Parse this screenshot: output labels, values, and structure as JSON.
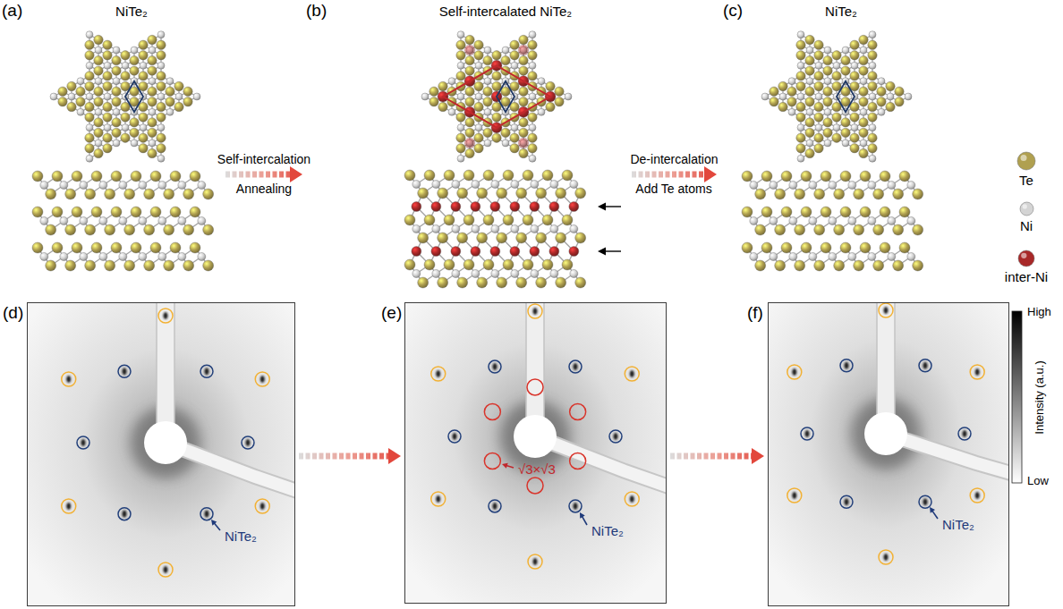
{
  "diagram": {
    "nodes": [
      {
        "text": [
          "(a)",
          "NiTe₂"
        ]
      },
      {
        "text": [
          "(b)",
          "Self-intercalated NiTe₂"
        ]
      },
      {
        "text": [
          "(c)",
          "NiTe₂"
        ]
      },
      {
        "text": [
          "(d)",
          "NiTe₂"
        ]
      },
      {
        "text": [
          "(e)",
          "√3×√3",
          "NiTe₂"
        ]
      },
      {
        "text": [
          "(f)",
          "NiTe₂"
        ]
      }
    ],
    "edges": [
      {
        "from": 0,
        "to": 1,
        "arrow": "to",
        "label": "Self-intercalation"
      },
      {
        "from": 1,
        "to": 2,
        "arrow": "to",
        "label": "De-intercalation"
      },
      {
        "from": 3,
        "to": 4,
        "arrow": "to"
      },
      {
        "from": 4,
        "to": 5,
        "arrow": "to"
      }
    ],
    "labels": [
      "Annealing",
      "Add Te atoms",
      "High",
      "Intensity (a.u.)",
      "Low"
    ],
    "legend": [
      {
        "text": "Te",
        "color": "#b0a050"
      },
      {
        "text": "Ni",
        "color": "#d4d4d4"
      },
      {
        "text": "inter-Ni",
        "color": "#a82828"
      }
    ]
  }
}
